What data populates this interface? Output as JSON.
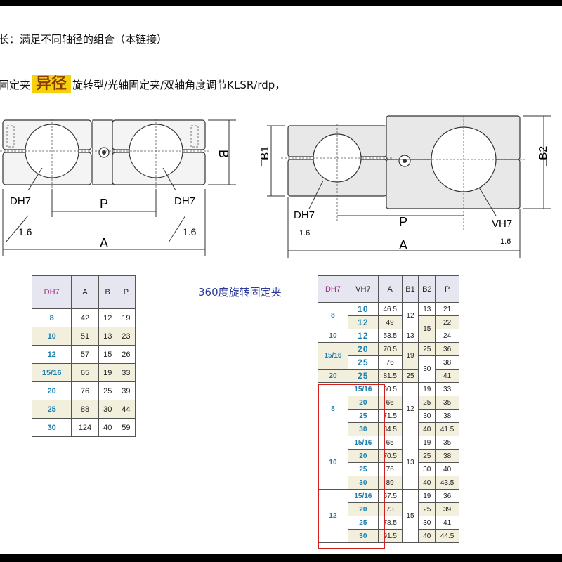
{
  "text": {
    "line1": "长：满足不同轴径的组合（本链接）",
    "line2_pre": "固定夹",
    "line2_highlight": "异径",
    "line2_post": "旋转型/光轴固定夹/双轴角度调节KLSR/rdp，",
    "caption": "360度旋转固定夹"
  },
  "colors": {
    "highlight_bg": "#f5d10c",
    "caption": "#2c3a9a",
    "key_blue": "#1a7fb0",
    "red_box": "#d02020"
  },
  "drawing_left": {
    "dim_b": "B",
    "dim_p": "P",
    "dim_a": "A",
    "dh7": "DH7",
    "roughness": "1.6"
  },
  "drawing_right": {
    "dim_b1": "□B1",
    "dim_b2": "□B2",
    "dim_p": "P",
    "dim_a": "A",
    "dh7": "DH7",
    "vh7": "VH7",
    "roughness": "1.6"
  },
  "table1": {
    "headers": [
      "DH7",
      "A",
      "B",
      "P"
    ],
    "rows": [
      [
        "8",
        "42",
        "12",
        "19"
      ],
      [
        "10",
        "51",
        "13",
        "23"
      ],
      [
        "12",
        "57",
        "15",
        "26"
      ],
      [
        "15/16",
        "65",
        "19",
        "33"
      ],
      [
        "20",
        "76",
        "25",
        "39"
      ],
      [
        "25",
        "88",
        "30",
        "44"
      ],
      [
        "30",
        "124",
        "40",
        "59"
      ]
    ]
  },
  "table2": {
    "headers": [
      "DH7",
      "VH7",
      "A",
      "B1",
      "B2",
      "P"
    ],
    "top": {
      "d": [
        "8",
        "10",
        "15/16",
        "20"
      ],
      "v": [
        "10",
        "12",
        "12",
        "20",
        "25",
        "25"
      ],
      "a": [
        "46.5",
        "49",
        "53.5",
        "70.5",
        "76",
        "81.5"
      ],
      "b1": [
        "12",
        "13",
        "19",
        "25"
      ],
      "b2": [
        "13",
        "15",
        "25",
        "30"
      ],
      "p": [
        "21",
        "22",
        "24",
        "36",
        "38",
        "41"
      ]
    },
    "groups": [
      {
        "d": "8",
        "b1": "12",
        "v": [
          "15/16",
          "20",
          "25",
          "30"
        ],
        "a": [
          "60.5",
          "66",
          "71.5",
          "84.5"
        ],
        "b2": [
          "19",
          "25",
          "30",
          "40"
        ],
        "p": [
          "33",
          "35",
          "38",
          "41.5"
        ]
      },
      {
        "d": "10",
        "b1": "13",
        "v": [
          "15/16",
          "20",
          "25",
          "30"
        ],
        "a": [
          "65",
          "70.5",
          "76",
          "89"
        ],
        "b2": [
          "19",
          "25",
          "30",
          "40"
        ],
        "p": [
          "35",
          "38",
          "40",
          "43.5"
        ]
      },
      {
        "d": "12",
        "b1": "15",
        "v": [
          "15/16",
          "20",
          "25",
          "30"
        ],
        "a": [
          "67.5",
          "73",
          "78.5",
          "91.5"
        ],
        "b2": [
          "19",
          "25",
          "30",
          "40"
        ],
        "p": [
          "36",
          "39",
          "41",
          "44.5"
        ]
      }
    ]
  }
}
